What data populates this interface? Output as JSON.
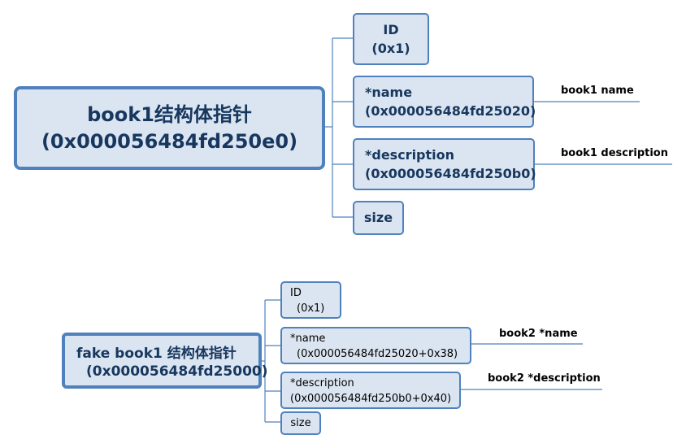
{
  "diagram1": {
    "root": {
      "line1": "book1结构体指针",
      "line2": "(0x000056484fd250e0)"
    },
    "fields": [
      {
        "line1": "ID",
        "line2": "(0x1)"
      },
      {
        "line1": "*name",
        "line2": "(0x000056484fd25020)"
      },
      {
        "line1": "*description",
        "line2": "(0x000056484fd250b0)"
      },
      {
        "line1": "size",
        "line2": ""
      }
    ],
    "labels": {
      "name": "book1 name",
      "description": "book1 description"
    }
  },
  "diagram2": {
    "root": {
      "line1": "fake book1 结构体指针",
      "line2": "(0x000056484fd25000)"
    },
    "fields": [
      {
        "line1": "ID",
        "line2": "(0x1)"
      },
      {
        "line1": "*name",
        "line2": "(0x000056484fd25020+0x38)"
      },
      {
        "line1": "*description",
        "line2": "(0x000056484fd250b0+0x40)"
      },
      {
        "line1": "size",
        "line2": ""
      }
    ],
    "labels": {
      "name": "book2 *name",
      "description": "book2 *description"
    }
  },
  "colors": {
    "border": "#4f81bd",
    "fill": "#dbe5f1",
    "text": "#17375e"
  }
}
